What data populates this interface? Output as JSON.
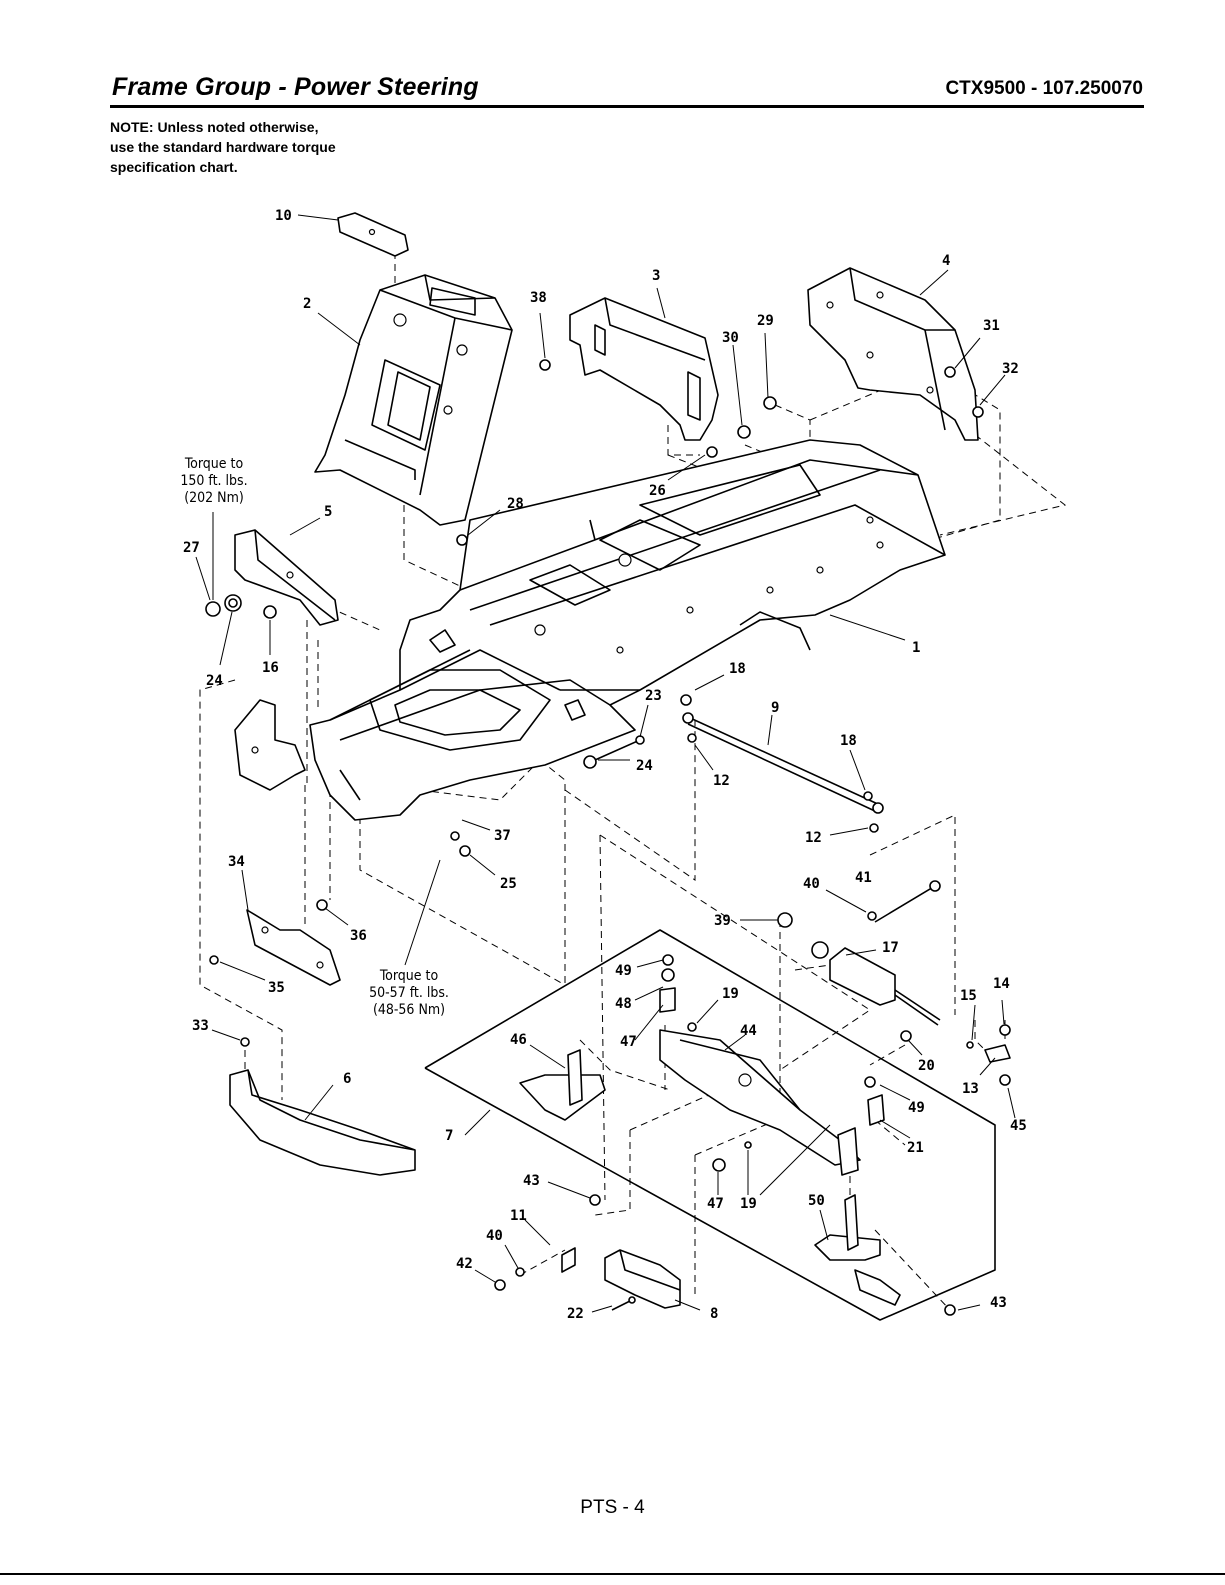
{
  "header": {
    "title": "Frame Group - Power Steering",
    "model": "CTX9500 - 107.250070"
  },
  "note": {
    "line1": "NOTE: Unless noted otherwise,",
    "line2": "use the standard hardware torque",
    "line3": "specification chart."
  },
  "torque_notes": [
    {
      "line1": "Torque to",
      "line2": "150 ft. lbs.",
      "line3": "(202 Nm)"
    },
    {
      "line1": "Torque to",
      "line2": "50-57 ft. lbs.",
      "line3": "(48-56 Nm)"
    }
  ],
  "callouts": {
    "c10": "10",
    "c2": "2",
    "c38": "38",
    "c3": "3",
    "c4": "4",
    "c29": "29",
    "c30": "30",
    "c31": "31",
    "c32": "32",
    "c26": "26",
    "c28": "28",
    "c5": "5",
    "c27": "27",
    "c24a": "24",
    "c16": "16",
    "c1": "1",
    "c18a": "18",
    "c23": "23",
    "c9": "9",
    "c18b": "18",
    "c24b": "24",
    "c12a": "12",
    "c12b": "12",
    "c37": "37",
    "c25": "25",
    "c34": "34",
    "c36": "36",
    "c35": "35",
    "c40a": "40",
    "c41": "41",
    "c39": "39",
    "c17": "17",
    "c49a": "49",
    "c48": "48",
    "c19a": "19",
    "c14": "14",
    "c15": "15",
    "c33": "33",
    "c46": "46",
    "c47a": "47",
    "c44": "44",
    "c20": "20",
    "c13": "13",
    "c6": "6",
    "c49b": "49",
    "c45": "45",
    "c7": "7",
    "c21": "21",
    "c43a": "43",
    "c47b": "47",
    "c19b": "19",
    "c50": "50",
    "c11": "11",
    "c40b": "40",
    "c42": "42",
    "c22": "22",
    "c8": "8",
    "c43b": "43"
  },
  "footer": {
    "page": "PTS - 4"
  }
}
